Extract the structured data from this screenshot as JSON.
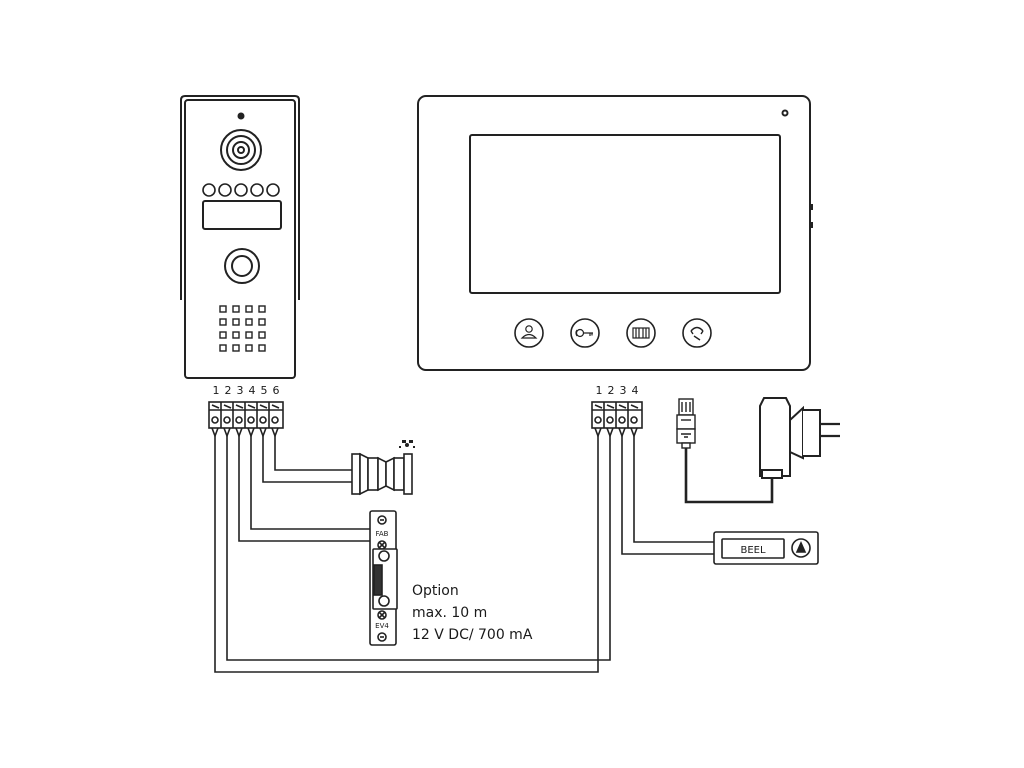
{
  "door_terminal": {
    "pins": [
      "1",
      "2",
      "3",
      "4",
      "5",
      "6"
    ]
  },
  "monitor_terminal": {
    "pins": [
      "1",
      "2",
      "3",
      "4"
    ]
  },
  "option_note": {
    "line1": "Option",
    "line2": "max. 10 m",
    "line3": "12 V DC/ 700 mA"
  },
  "bell_button": {
    "label": "BEEL"
  },
  "lock_labels": {
    "top": "FAB",
    "bottom": "EV4"
  }
}
